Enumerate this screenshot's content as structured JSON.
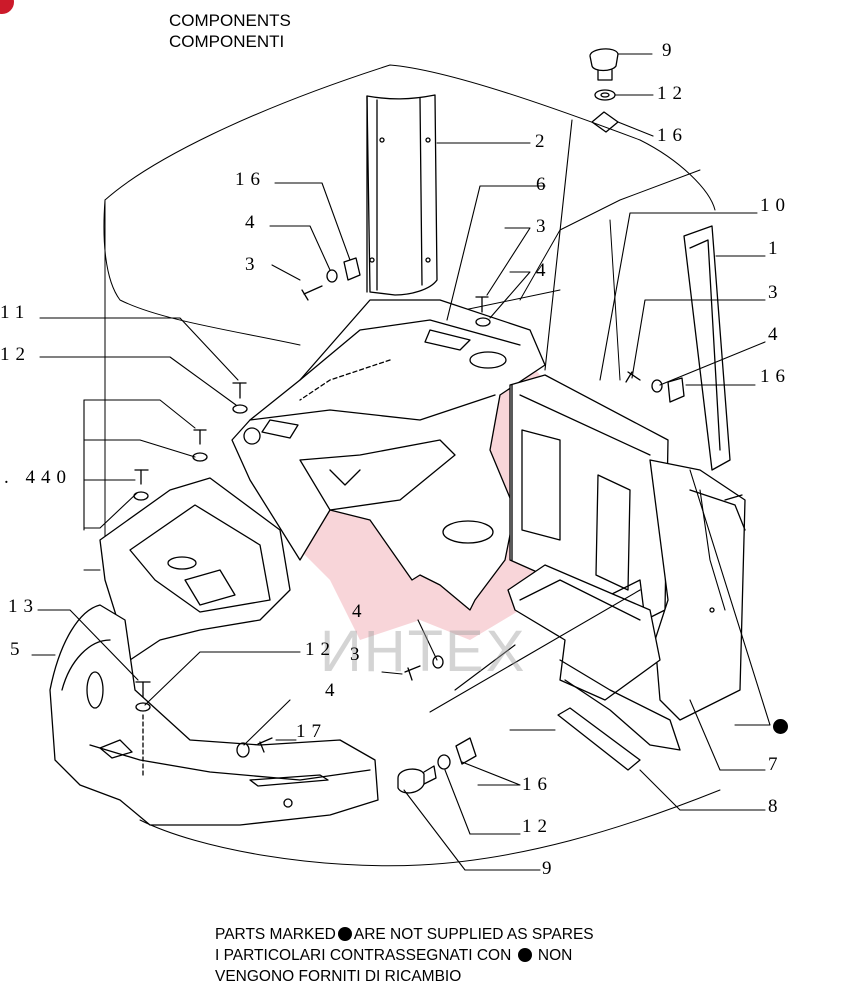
{
  "title": {
    "line1": "COMPONENTS",
    "line2": "COMPONENTI"
  },
  "footer": {
    "line1_before": "PARTS MARKED",
    "line1_after": "ARE NOT SUPPLIED AS SPARES",
    "line2_before": "I PARTICOLARI  CONTRASSEGNATI  CON",
    "line2_after": "NON",
    "line3": "VENGONO FORNITI DI RICAMBIO"
  },
  "watermark": {
    "text": "ИНТЕХ",
    "color": "#e04050"
  },
  "accent_colors": {
    "corner": "#cc1a2a"
  },
  "callouts": {
    "c9_top": "9",
    "c12_top": "12",
    "c16_top": "16",
    "c2": "2",
    "c6": "6",
    "c10": "10",
    "c1": "1",
    "c3_right": "3",
    "c4_right": "4",
    "c16_right": "16",
    "c16_left": "16",
    "c4_left": "4",
    "c3_left": "3",
    "c3_mid": "3",
    "c4_mid": "4",
    "c11": "11",
    "c12_left": "12",
    "c440": ". 440",
    "c13": "13",
    "c5": "5",
    "c12_mid": "12",
    "c4_low": "4",
    "c3_low": "3",
    "c4_bottom": "4",
    "c17": "17",
    "c16_bottom": "16",
    "c12_bottom": "12",
    "c9_bottom": "9",
    "c7": "7",
    "c8": "8"
  }
}
